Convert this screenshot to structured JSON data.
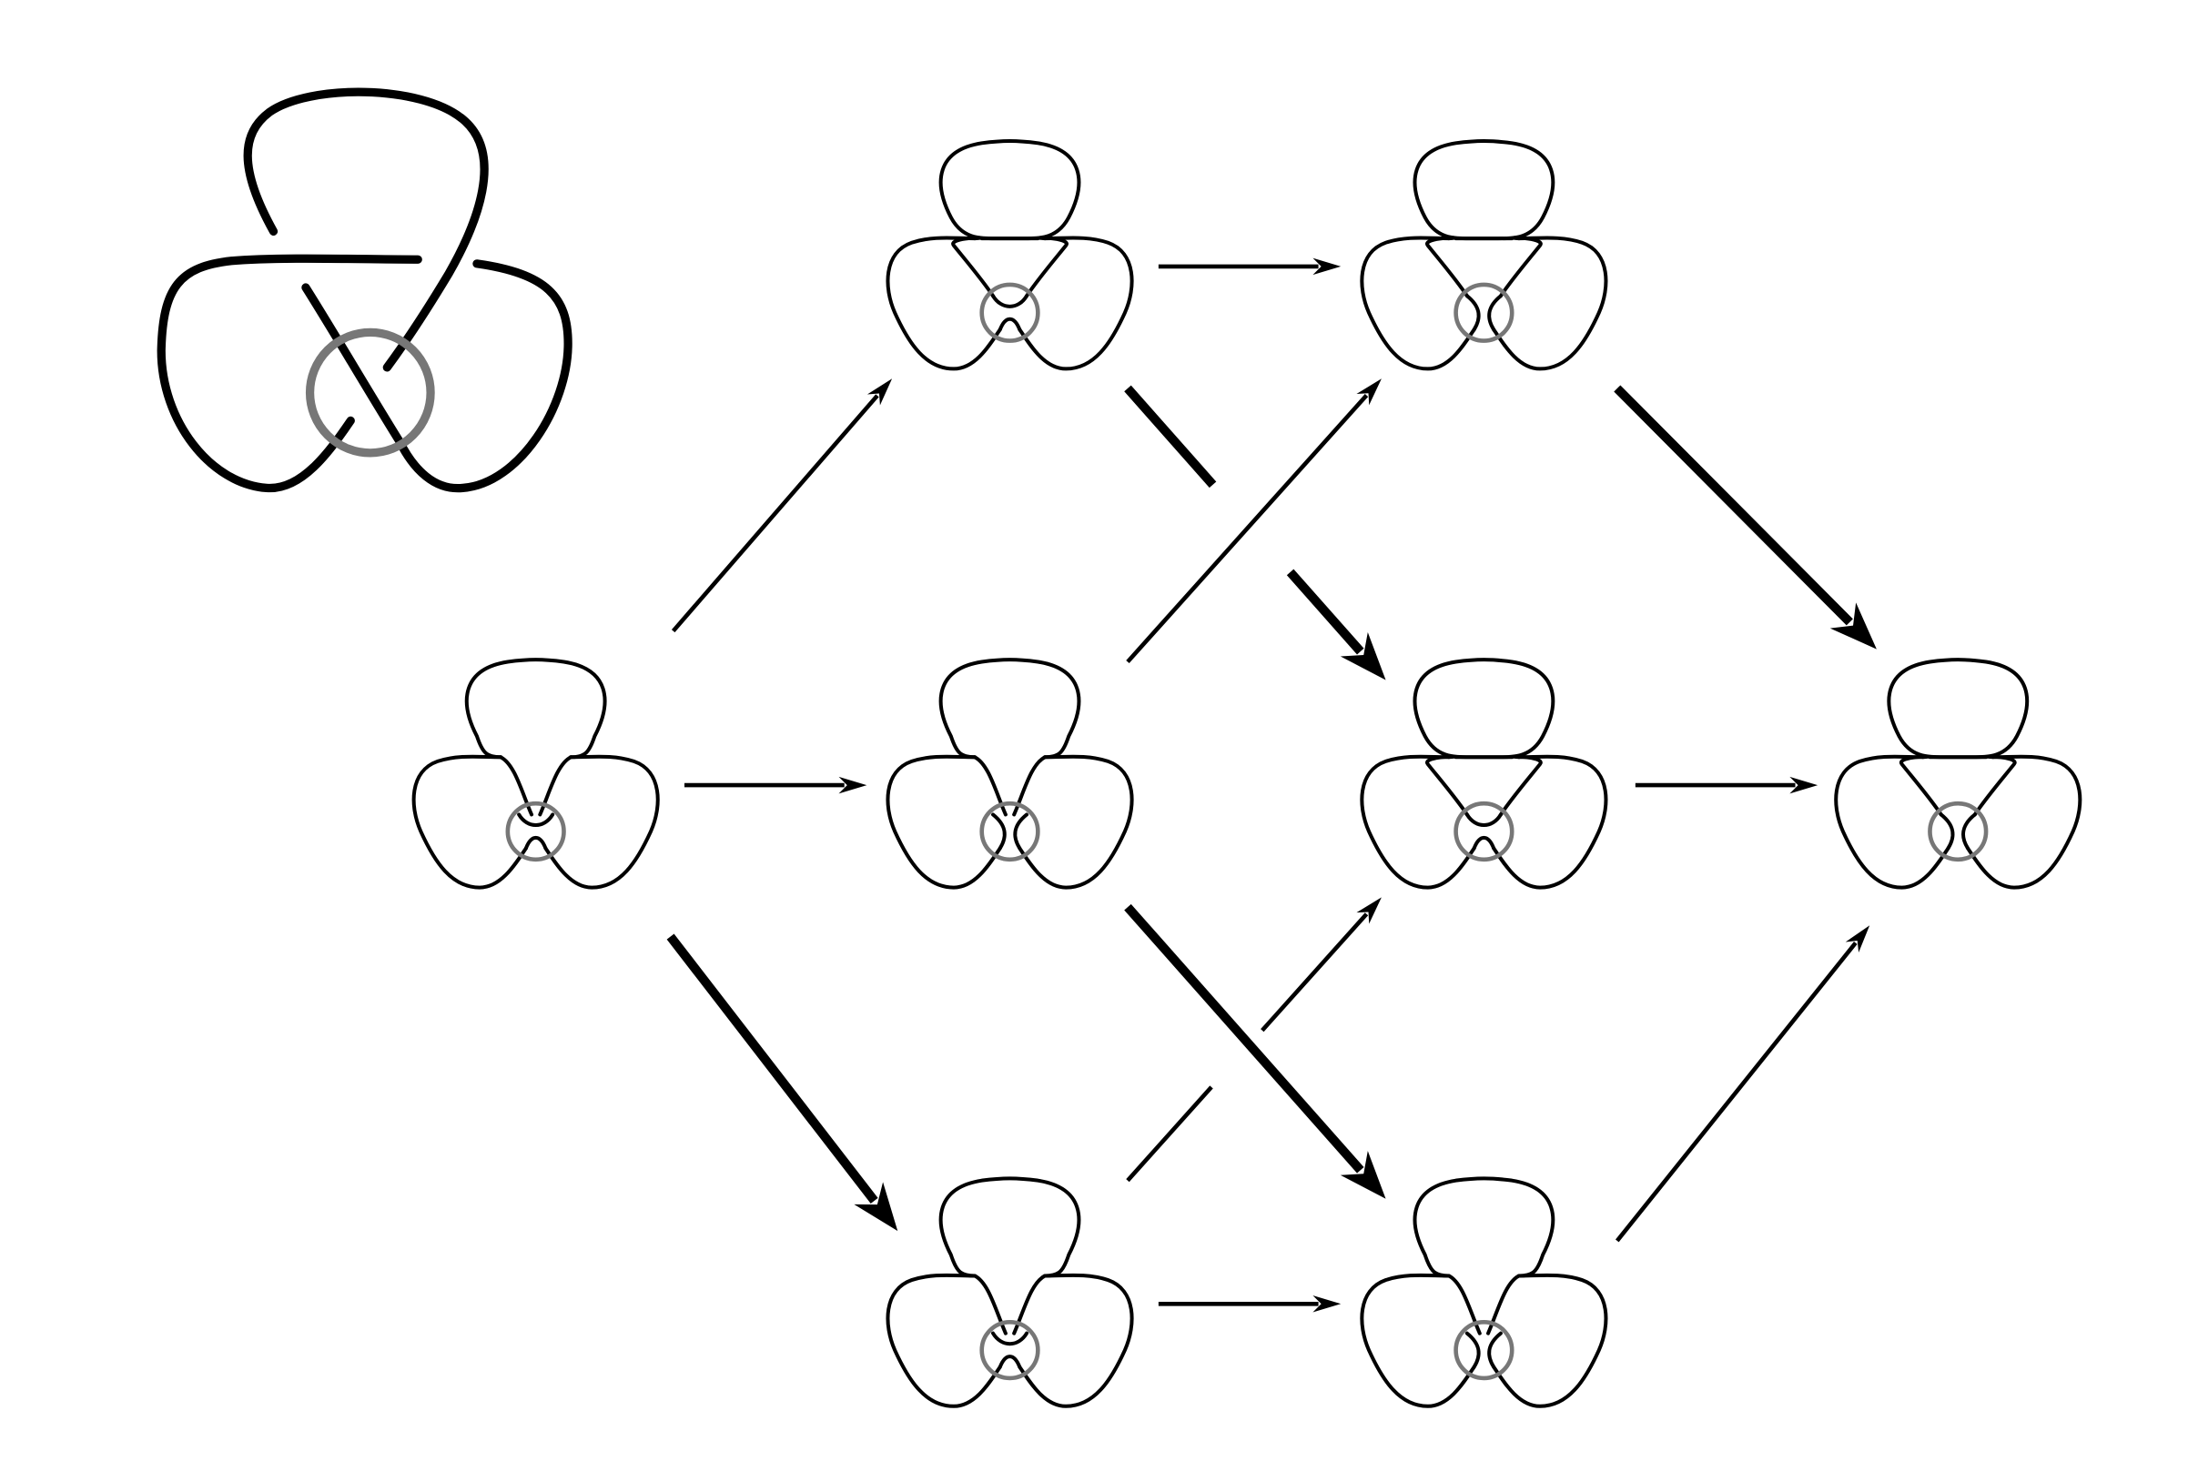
{
  "title": "",
  "colors": {
    "strand": "#000000",
    "ring": "#777777",
    "background": "#ffffff"
  },
  "diagram": {
    "type": "knot-resolution-cube",
    "knot": "trefoil",
    "crossings": 3,
    "resolutions": 8,
    "nodes": [
      {
        "id": "smoothing-000",
        "pattern": "000"
      },
      {
        "id": "smoothing-100",
        "pattern": "100"
      },
      {
        "id": "smoothing-010",
        "pattern": "010"
      },
      {
        "id": "smoothing-001",
        "pattern": "001"
      },
      {
        "id": "smoothing-110",
        "pattern": "110"
      },
      {
        "id": "smoothing-101",
        "pattern": "101"
      },
      {
        "id": "smoothing-011",
        "pattern": "011"
      },
      {
        "id": "smoothing-111",
        "pattern": "111"
      }
    ],
    "edges": [
      {
        "from": "000",
        "to": "100",
        "weight": "thin"
      },
      {
        "from": "000",
        "to": "010",
        "weight": "thin"
      },
      {
        "from": "000",
        "to": "001",
        "weight": "bold"
      },
      {
        "from": "100",
        "to": "110",
        "weight": "thin"
      },
      {
        "from": "100",
        "to": "101",
        "weight": "bold"
      },
      {
        "from": "010",
        "to": "110",
        "weight": "thin"
      },
      {
        "from": "010",
        "to": "011",
        "weight": "bold"
      },
      {
        "from": "001",
        "to": "101",
        "weight": "thin"
      },
      {
        "from": "001",
        "to": "011",
        "weight": "thin"
      },
      {
        "from": "110",
        "to": "111",
        "weight": "bold"
      },
      {
        "from": "101",
        "to": "111",
        "weight": "thin"
      },
      {
        "from": "011",
        "to": "111",
        "weight": "thin"
      }
    ]
  }
}
